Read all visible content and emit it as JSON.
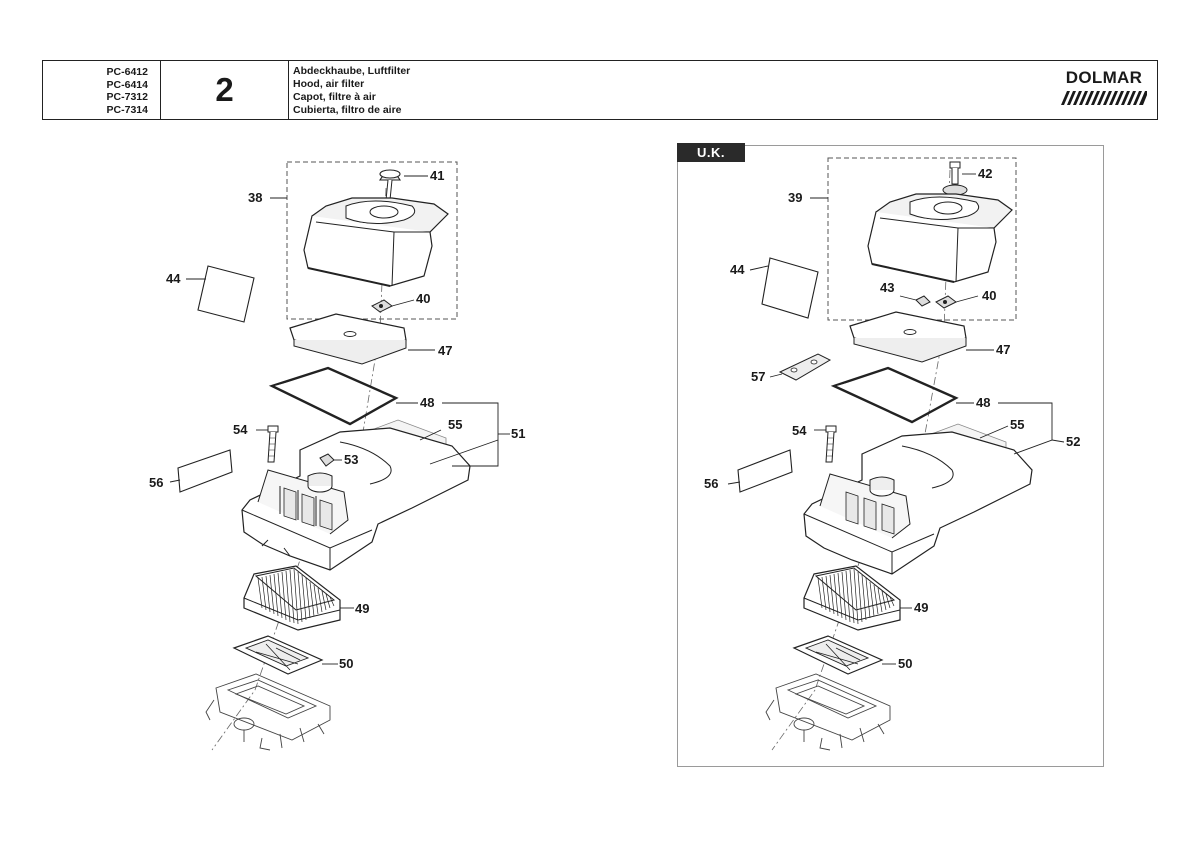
{
  "header": {
    "models": [
      "PC-6412",
      "PC-6414",
      "PC-7312",
      "PC-7314"
    ],
    "page_number": "2",
    "titles": [
      "Abdeckhaube, Luftfilter",
      "Hood, air filter",
      "Capot, filtre à air",
      "Cubierta, filtro de aire"
    ],
    "logo": "DOLMAR"
  },
  "uk_panel": {
    "tab": "U.K."
  },
  "left_callouts": {
    "p38": "38",
    "p41": "41",
    "p44": "44",
    "p40": "40",
    "p47": "47",
    "p48": "48",
    "p54": "54",
    "p55": "55",
    "p51": "51",
    "p53": "53",
    "p56": "56",
    "p49": "49",
    "p50": "50"
  },
  "right_callouts": {
    "p39": "39",
    "p42": "42",
    "p44": "44",
    "p43": "43",
    "p40": "40",
    "p47": "47",
    "p57": "57",
    "p48": "48",
    "p54": "54",
    "p55": "55",
    "p52": "52",
    "p56": "56",
    "p49": "49",
    "p50": "50"
  }
}
